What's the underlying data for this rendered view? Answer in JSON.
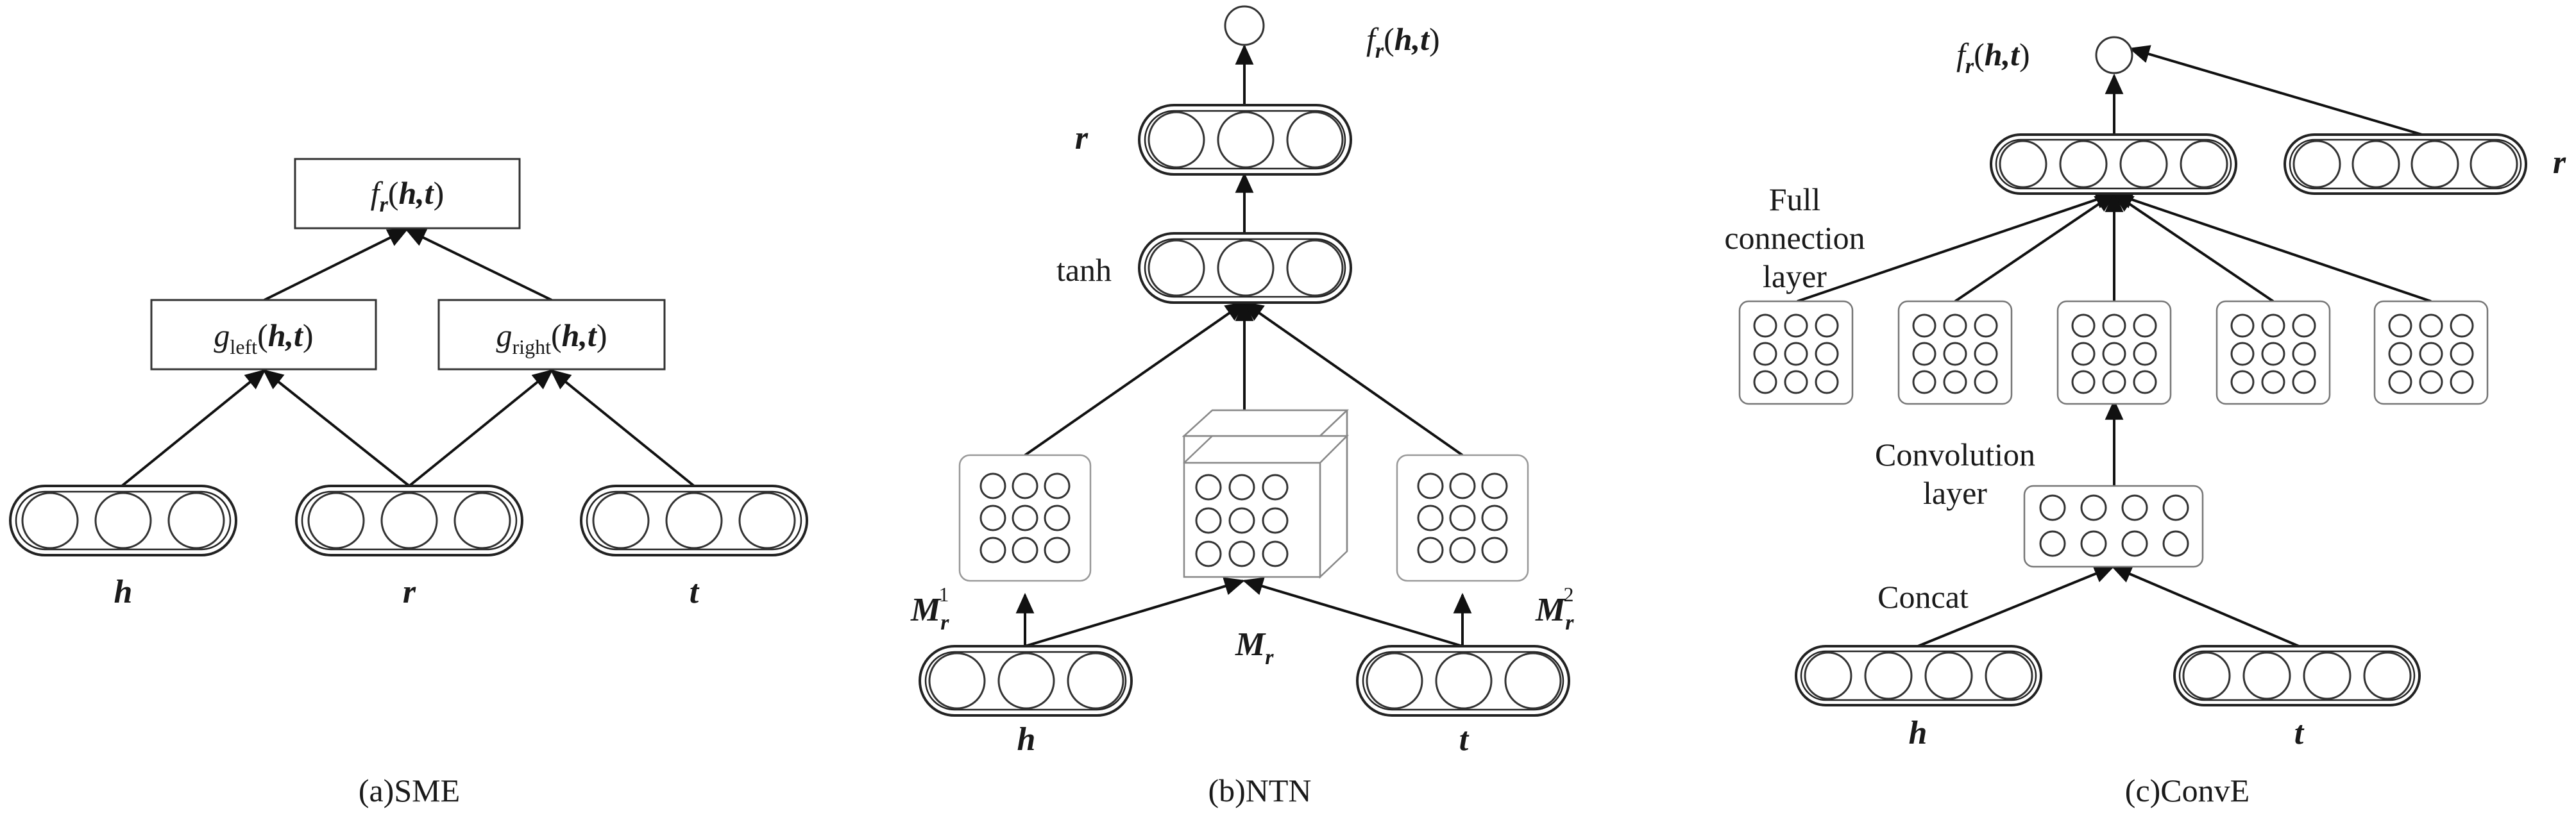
{
  "panels": {
    "sme": {
      "caption": "(a)SME",
      "score": {
        "func": "f",
        "rel": "r",
        "args": "h,t"
      },
      "g_left": {
        "func": "g",
        "sub": "left",
        "args": "h,t"
      },
      "g_right": {
        "func": "g",
        "sub": "right",
        "args": "h,t"
      },
      "inputs": [
        "h",
        "r",
        "t"
      ]
    },
    "ntn": {
      "caption": "(b)NTN",
      "score": {
        "func": "f",
        "rel": "r",
        "args": "h,t"
      },
      "relation_label": "r",
      "activation_label": "tanh",
      "tensor_label": {
        "main": "M",
        "sub": "r"
      },
      "left_matrix_label": {
        "main": "M",
        "sub": "r",
        "sup": "1"
      },
      "right_matrix_label": {
        "main": "M",
        "sub": "r",
        "sup": "2"
      },
      "inputs": [
        "h",
        "t"
      ]
    },
    "conve": {
      "caption": "(c)ConvE",
      "score": {
        "func": "f",
        "rel": "r",
        "args": "h,t"
      },
      "relation_label": "r",
      "full_connection_label": [
        "Full",
        "connection",
        "layer"
      ],
      "convolution_label": [
        "Convolution",
        "layer"
      ],
      "concat_label": "Concat",
      "inputs": [
        "h",
        "t"
      ]
    }
  }
}
